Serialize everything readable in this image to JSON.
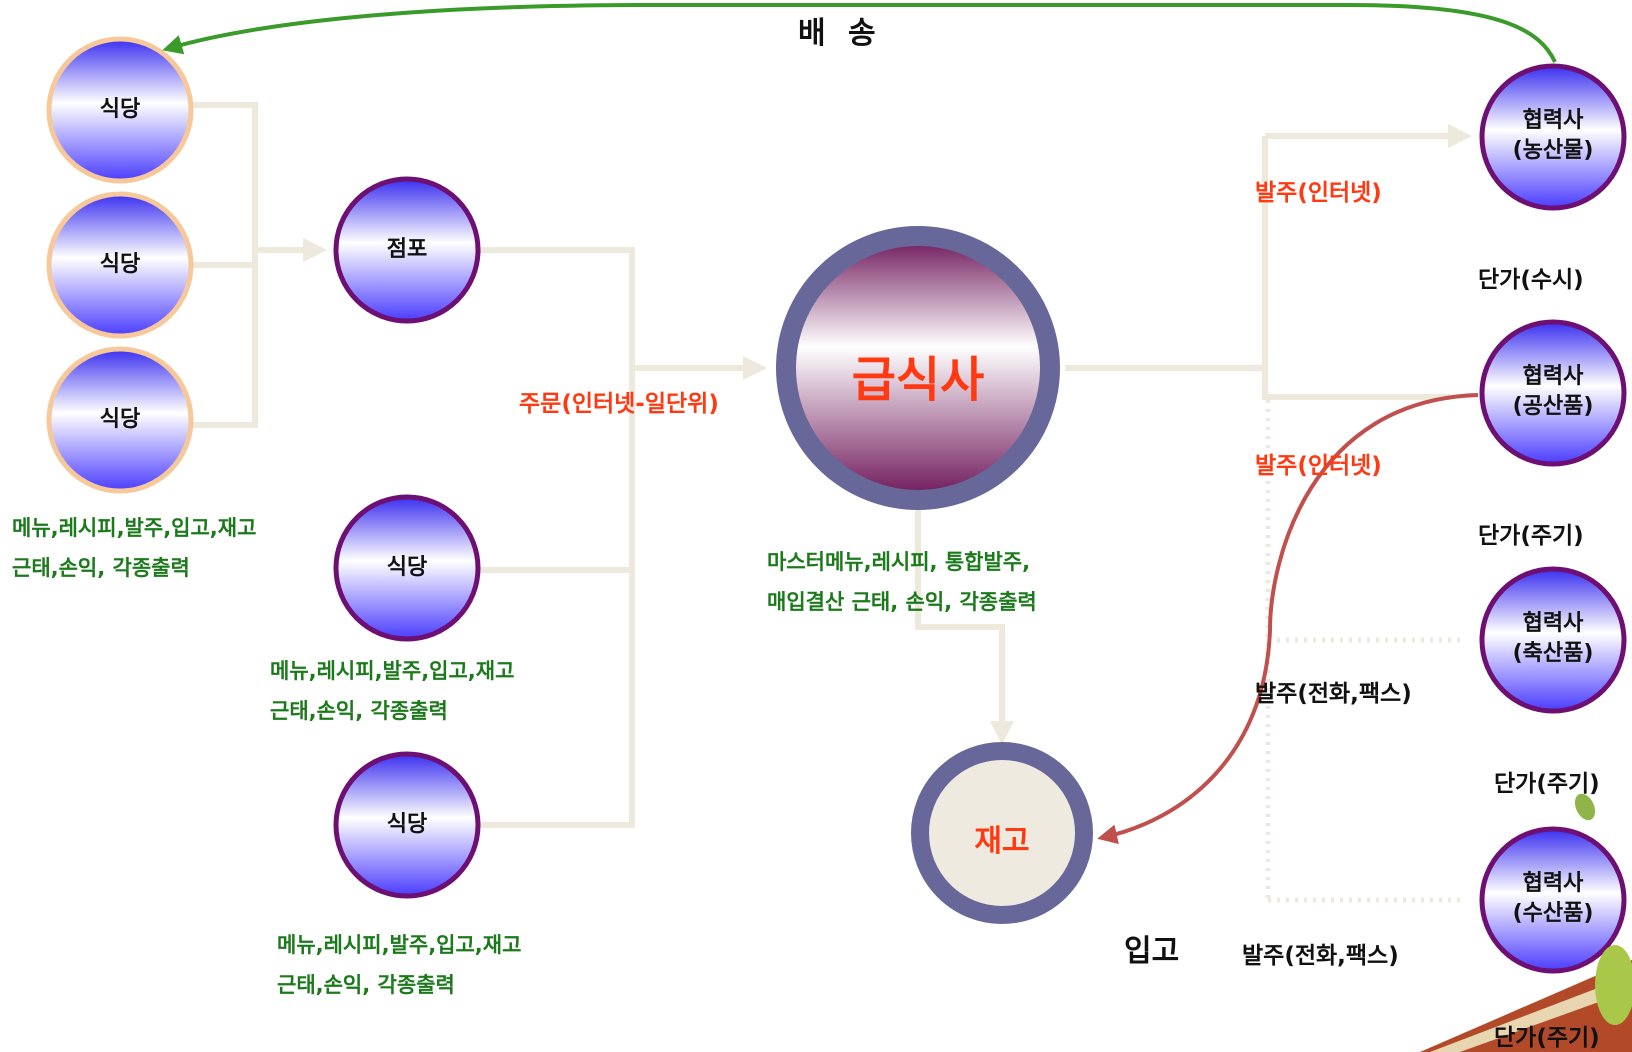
{
  "delivery_label": "배 송",
  "restaurant_label": "식당",
  "store_label": "점포",
  "hq_label": "급식사",
  "inventory_label": "재고",
  "order_internet_unit": "주문(인터넷-일단위)",
  "order_internet": "발주(인터넷)",
  "order_phone_fax": "발주(전화,팩스)",
  "receiving_label": "입고",
  "functions_store": [
    "메뉴,레시피,발주,입고,재고",
    "근태,손익, 각종출력"
  ],
  "functions_hq": [
    "마스터메뉴,레시피, 통합발주,",
    "매입결산 근태, 손익, 각종출력"
  ],
  "partners": [
    {
      "name": "협력사",
      "category": "(농산물)",
      "price": "단가(수시)"
    },
    {
      "name": "협력사",
      "category": "(공산품)",
      "price": "단가(주기)"
    },
    {
      "name": "협력사",
      "category": "(축산품)",
      "price": "단가(주기)"
    },
    {
      "name": "협력사",
      "category": "(수산품)",
      "price": "단가(주기)"
    }
  ],
  "colors": {
    "green_arrow": "#3a9a2a",
    "red_arrow": "#c0504d",
    "connector": "#ede9dc",
    "order_text": "#ff3a12",
    "function_text": "#1c7a1c",
    "purple_ring": "#6e0f73",
    "peach_ring": "#f6c89a",
    "hq_ring": "#67679a"
  }
}
